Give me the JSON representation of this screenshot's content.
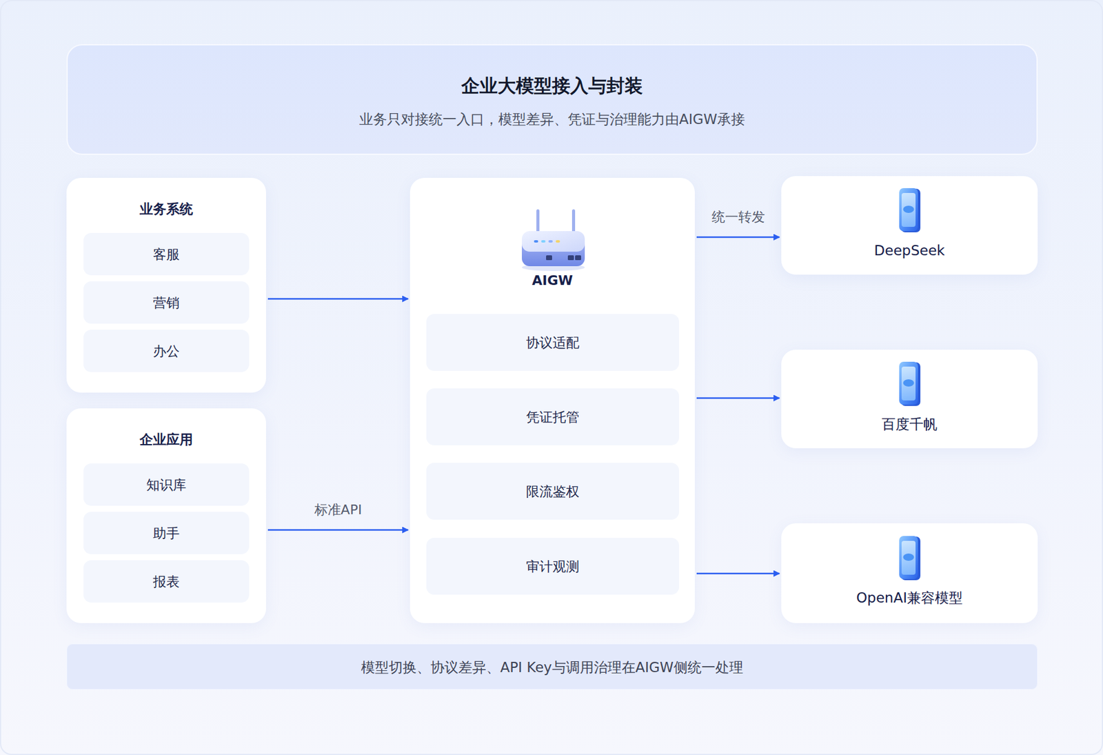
{
  "diagram": {
    "nodes": [
      {
        "text": [
          "企业大模型接入与封装",
          "业务只对接统一入口，模型差异、凭证与治理能力由AIGW承接"
        ]
      },
      {
        "text": [
          "业务系统"
        ]
      },
      {
        "text": [
          "客服"
        ],
        "in": 1
      },
      {
        "text": [
          "营销"
        ],
        "in": 1
      },
      {
        "text": [
          "办公"
        ],
        "in": 1
      },
      {
        "text": [
          "企业应用"
        ]
      },
      {
        "text": [
          "知识库"
        ],
        "in": 5
      },
      {
        "text": [
          "助手"
        ],
        "in": 5
      },
      {
        "text": [
          "报表"
        ],
        "in": 5
      },
      {
        "text": [
          "AIGW"
        ]
      },
      {
        "text": [
          "协议适配"
        ],
        "in": 9
      },
      {
        "text": [
          "凭证托管"
        ],
        "in": 9
      },
      {
        "text": [
          "限流鉴权"
        ],
        "in": 9
      },
      {
        "text": [
          "审计观测"
        ],
        "in": 9
      },
      {
        "text": [
          "DeepSeek"
        ]
      },
      {
        "text": [
          "百度千帆"
        ]
      },
      {
        "text": [
          "OpenAI兼容模型"
        ]
      },
      {
        "text": [
          "模型切换、协议差异、API Key与调用治理在AIGW侧统一处理"
        ]
      }
    ],
    "edges": [
      {
        "from": 1,
        "to": 9,
        "arrow": "to"
      },
      {
        "from": 5,
        "to": 9,
        "label": "标准API",
        "arrow": "to"
      },
      {
        "from": 9,
        "to": 14,
        "label": "统一转发",
        "arrow": "to"
      },
      {
        "from": 9,
        "to": 15,
        "arrow": "to"
      },
      {
        "from": 9,
        "to": 16,
        "arrow": "to"
      }
    ]
  }
}
